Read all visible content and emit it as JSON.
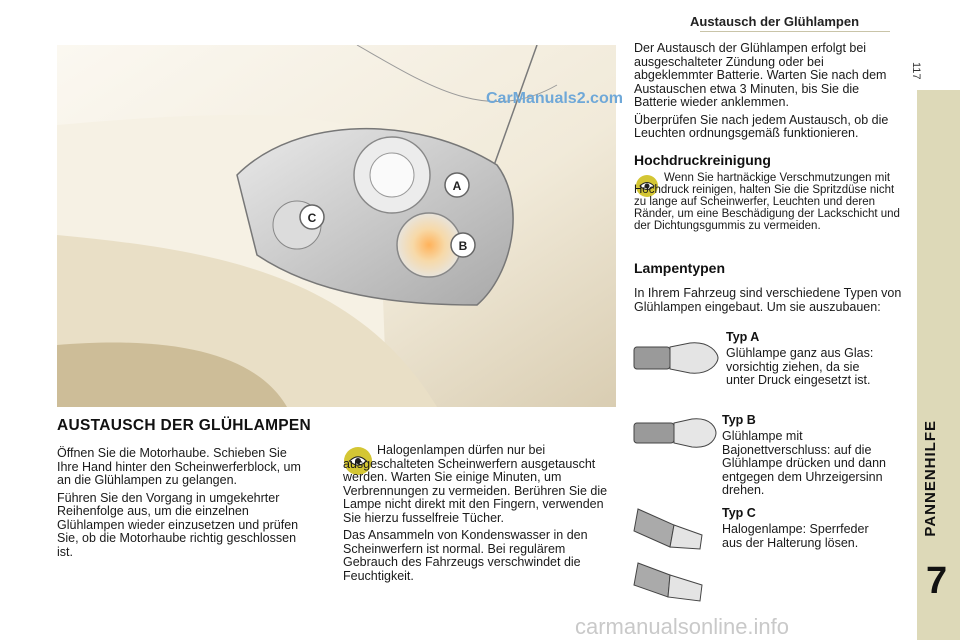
{
  "header": {
    "title": "Austausch der Glühlampen",
    "page_number": "117"
  },
  "sidebar": {
    "section_label": "PANNENHILFE",
    "chapter_number": "7"
  },
  "watermark_top": "CarManuals2.com",
  "watermark_footer": "carmanualsonline.info",
  "figure_labels": {
    "a": "A",
    "b": "B",
    "c": "C"
  },
  "intro": {
    "p1": "Der Austausch der Glühlampen erfolgt bei ausgeschalteter Zündung oder bei abgeklemmter Batterie. Warten Sie nach dem Austauschen etwa 3 Minuten, bis Sie die Batterie wieder anklemmen.",
    "p2": "Überprüfen Sie nach jedem Austausch, ob die Leuchten ordnungsgemäß funktionieren."
  },
  "hochdruck": {
    "heading": "Hochdruckreinigung",
    "text": "Wenn Sie hartnäckige Verschmutzungen mit Hochdruck reinigen, halten Sie die Spritzdüse nicht zu lange auf Scheinwerfer, Leuchten und deren Ränder, um eine Beschädigung der Lackschicht und der Dichtungsgummis zu vermeiden."
  },
  "lampentypen": {
    "heading": "Lampentypen",
    "intro": "In Ihrem Fahrzeug sind verschiedene Typen von Glühlampen eingebaut. Um sie auszubauen:",
    "types": [
      {
        "title": "Typ A",
        "text": "Glühlampe ganz aus Glas: vorsichtig ziehen, da sie unter Druck eingesetzt ist."
      },
      {
        "title": "Typ B",
        "text": "Glühlampe mit Bajonettverschluss: auf die Glühlampe drücken und dann entgegen dem Uhrzeigersinn drehen."
      },
      {
        "title": "Typ C",
        "text": "Halogenlampe: Sperrfeder aus der Halterung lösen."
      }
    ]
  },
  "main": {
    "heading": "AUSTAUSCH DER GLÜHLAMPEN",
    "p1": "Öffnen Sie die Motorhaube. Schieben Sie Ihre Hand hinter den Scheinwerferblock, um an die Glühlampen zu gelangen.",
    "p2": "Führen Sie den Vorgang in umgekehrter Reihenfolge aus, um die einzelnen Glühlampen wieder einzusetzen und prüfen Sie, ob die Motorhaube richtig geschlossen ist.",
    "warn": "Halogenlampen dürfen nur bei ausgeschalteten Scheinwerfern ausgetauscht werden. Warten Sie einige Minuten, um Verbrennungen zu vermeiden. Berühren Sie die Lampe nicht direkt mit den Fingern, verwenden Sie hierzu fusselfreie Tücher.",
    "p3": "Das Ansammeln von Kondenswasser in den Scheinwerfern ist normal. Bei regulärem Gebrauch des Fahrzeugs verschwindet die Feuchtigkeit."
  }
}
